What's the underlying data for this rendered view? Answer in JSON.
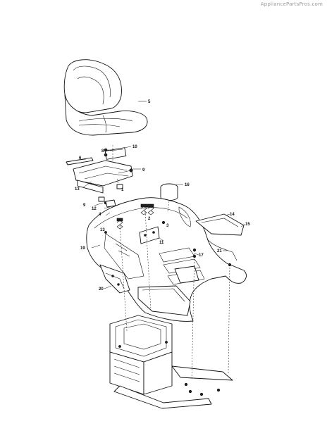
{
  "watermark": "AppliancePartsPros.com",
  "callouts": {
    "c1": "1",
    "c2": "2",
    "c3": "3",
    "c4": "4",
    "c5": "5",
    "c6": "6",
    "c8": "8",
    "c9a": "9",
    "c9b": "9",
    "c10": "10",
    "c11": "11",
    "c12": "12",
    "c13a": "13",
    "c13b": "13",
    "c14": "14",
    "c15": "15",
    "c16": "16",
    "c17": "17",
    "c19": "19",
    "c20": "20",
    "c21": "21"
  }
}
